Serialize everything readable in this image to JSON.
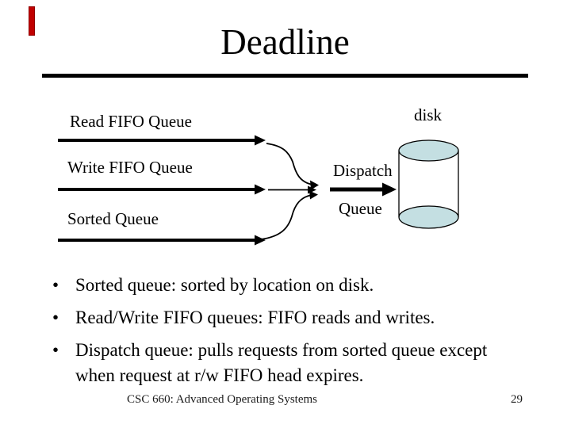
{
  "slide": {
    "title": "Deadline",
    "footer": "CSC 660: Advanced Operating Systems",
    "page_number": "29"
  },
  "diagram": {
    "queue_labels": [
      {
        "label": "Read FIFO Queue"
      },
      {
        "label": "Write FIFO Queue"
      },
      {
        "label": "Sorted Queue"
      }
    ],
    "dispatch_label_line1": "Dispatch",
    "dispatch_label_line2": "Queue",
    "disk_label": "disk"
  },
  "bullets": [
    "Sorted queue: sorted by location on disk.",
    "Read/Write FIFO queues: FIFO reads and writes.",
    "Dispatch queue: pulls requests from sorted queue except\nwhen request at r/w FIFO head expires."
  ],
  "colors": {
    "accent_red": "#c00000",
    "disk_fill": "#c4dfe2",
    "line_black": "#000000"
  }
}
